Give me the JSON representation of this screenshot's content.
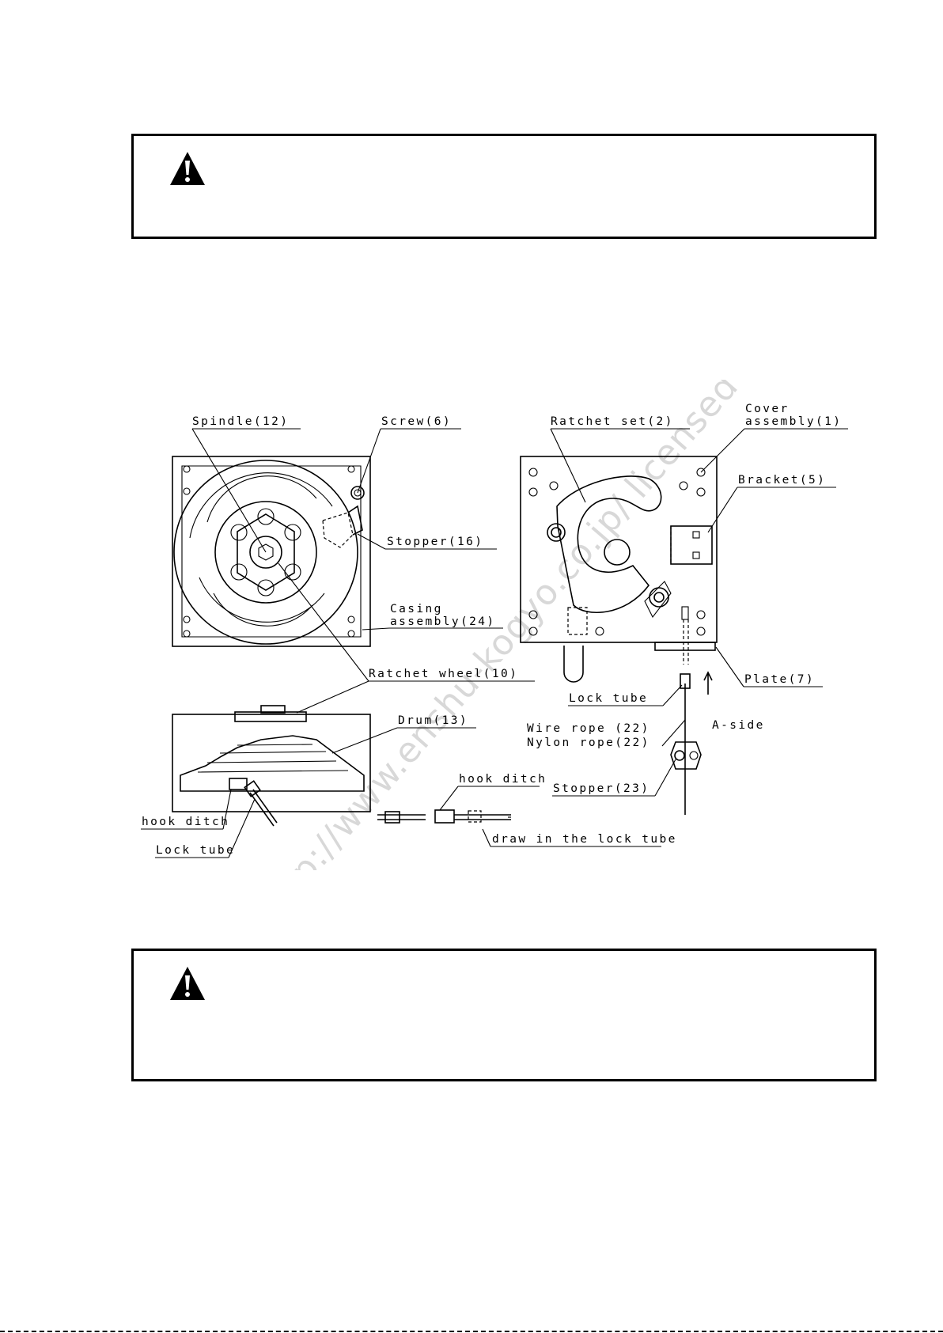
{
  "warning_icon": "warning-triangle-icon",
  "labels": {
    "spindle": "Spindle(12)",
    "screw": "Screw(6)",
    "stopper16": "Stopper(16)",
    "casing1": "Casing",
    "casing2": "assembly(24)",
    "ratchet_set": "Ratchet set(2)",
    "cover1": "Cover",
    "cover2": "assembly(1)",
    "bracket": "Bracket(5)",
    "ratchet_wheel": "Ratchet wheel(10)",
    "plate": "Plate(7)",
    "lock_tube_r": "Lock tube",
    "a_side": "A-side",
    "drum": "Drum(13)",
    "wire_rope": "Wire rope (22)",
    "nylon_rope": "Nylon rope(22)",
    "stopper23": "Stopper(23)",
    "hook_ditch_l": "hook ditch",
    "hook_ditch_m": "hook ditch",
    "lock_tube_l": "Lock tube",
    "draw_in": "draw in the lock tube"
  },
  "watermark": "from http://www.enshu-kogyo.co.jp/ licensed digital data"
}
